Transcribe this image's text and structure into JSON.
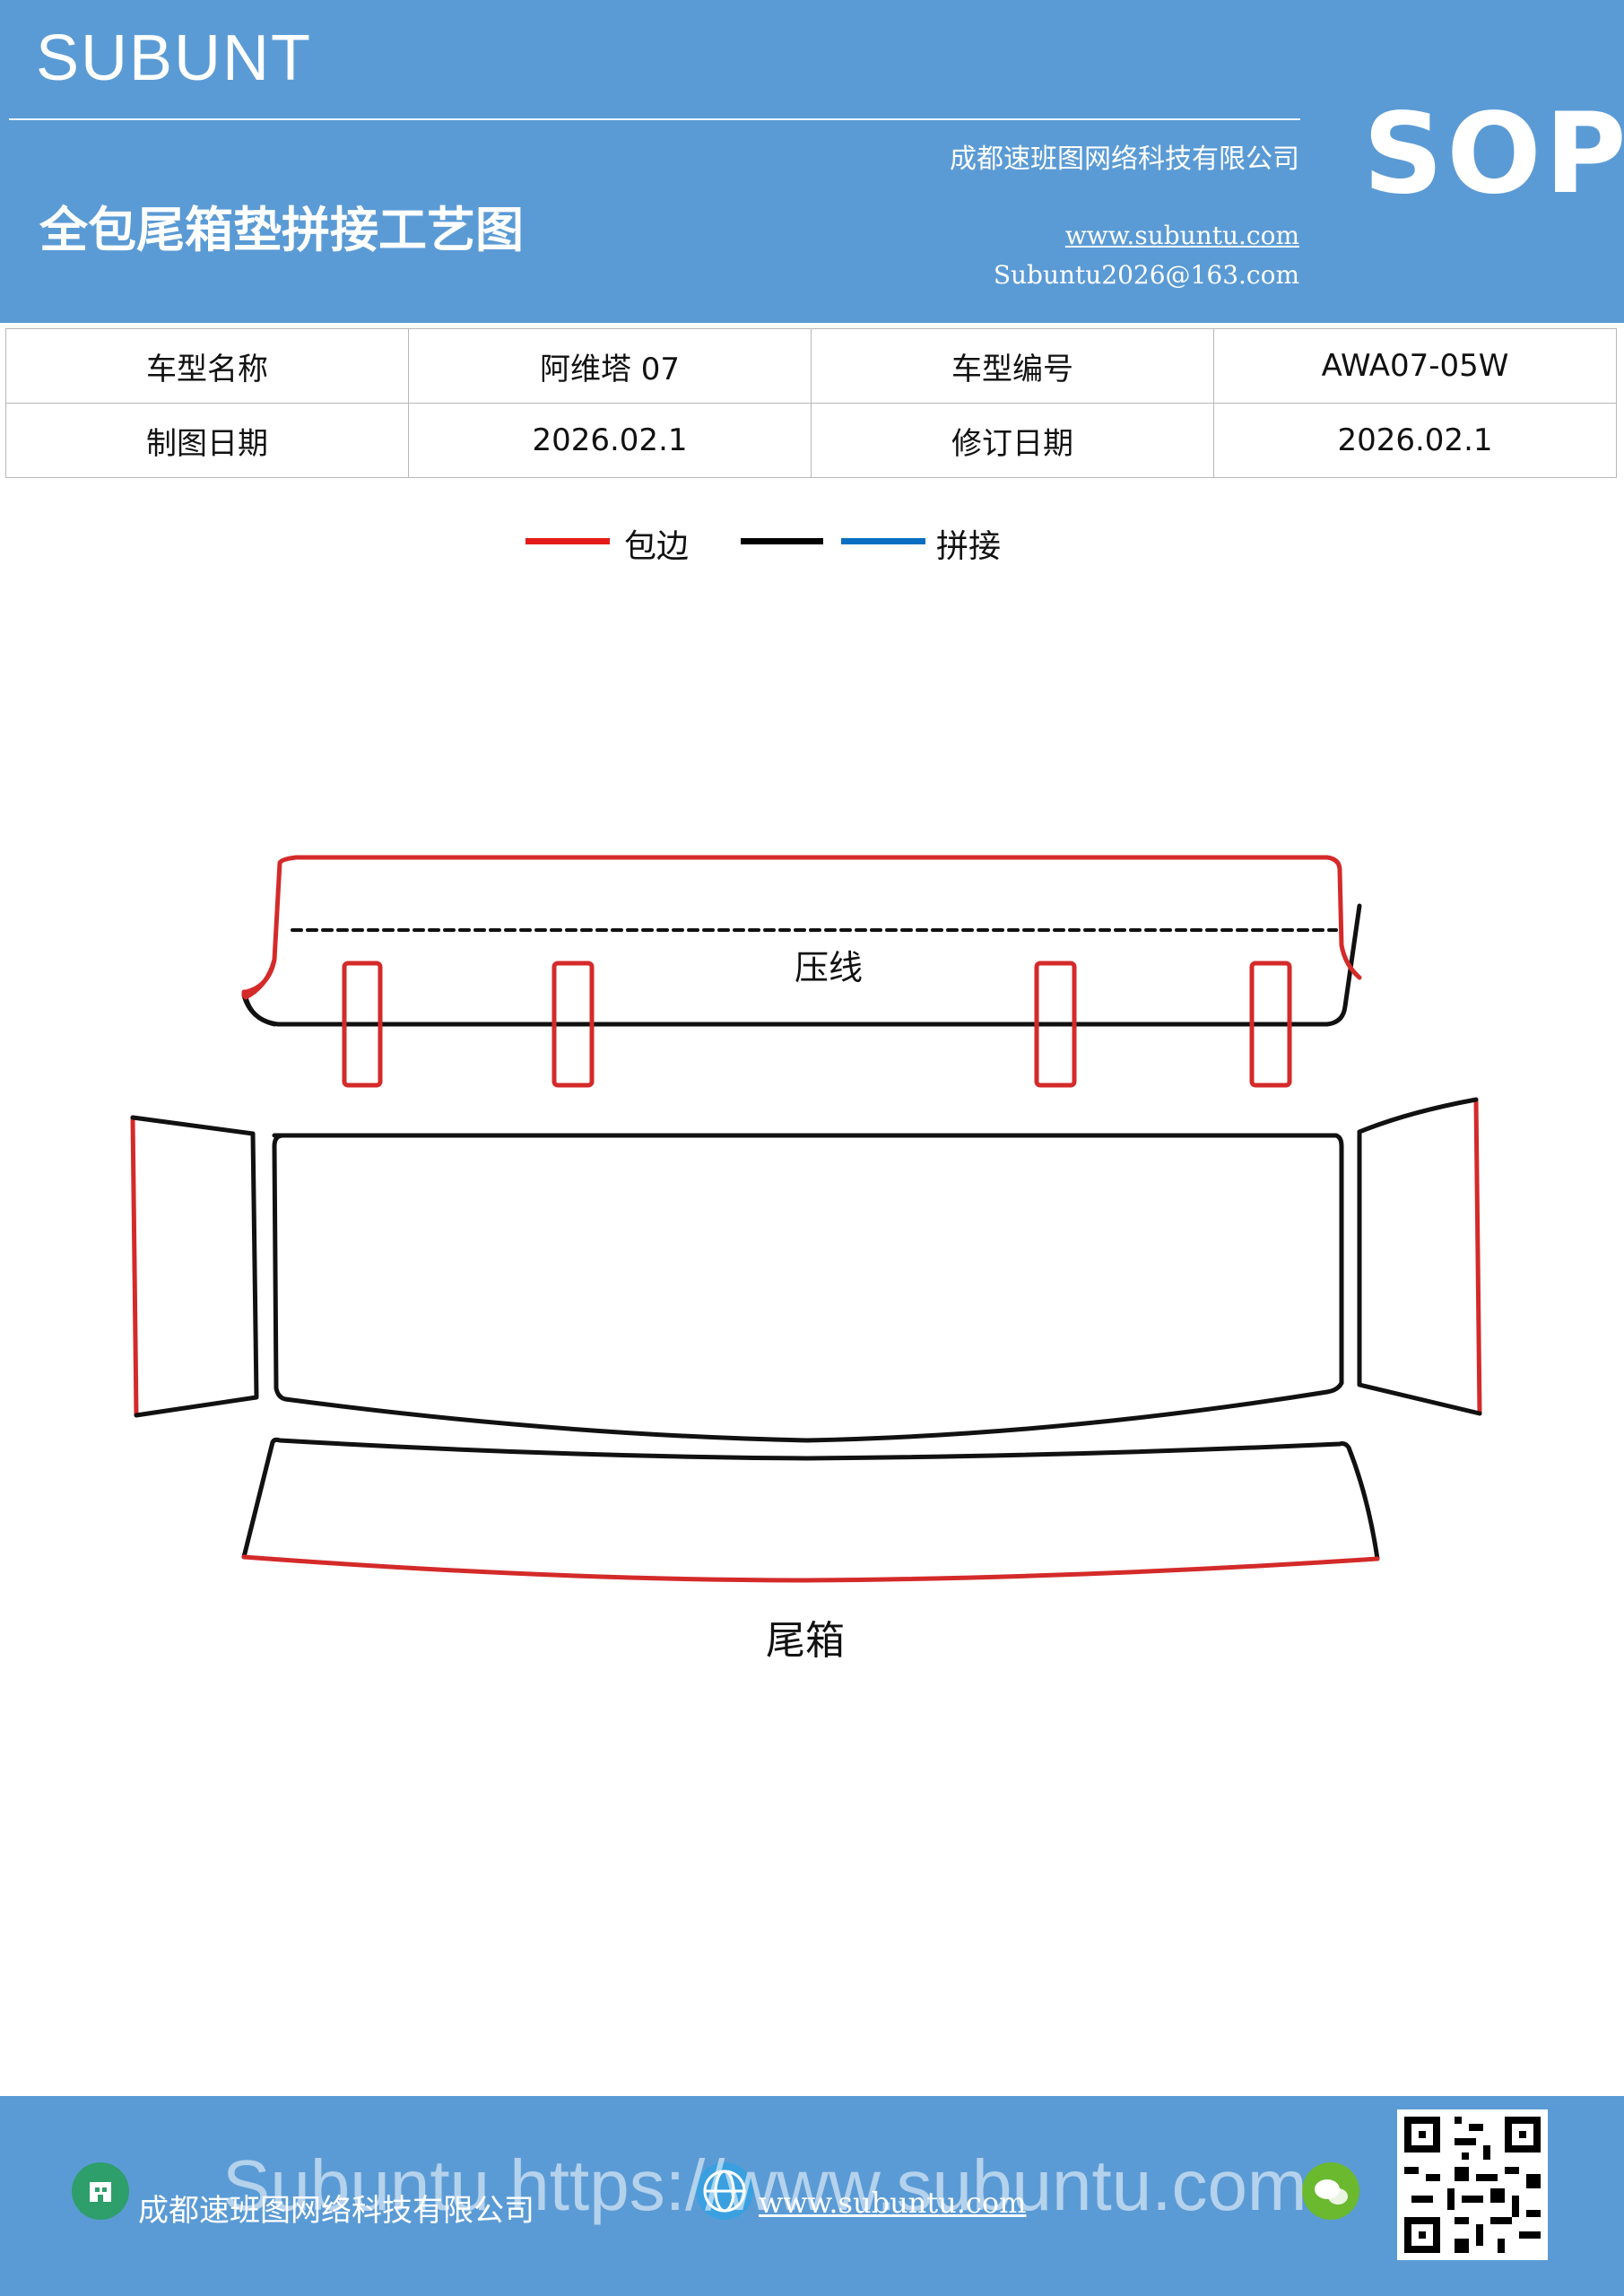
{
  "header": {
    "brand": "SUBUNT",
    "title": "全包尾箱垫拼接工艺图",
    "company": "成都速班图网络科技有限公司",
    "website": "www.subuntu.com",
    "email": "Subuntu2026@163.com",
    "badge": "SOP"
  },
  "info_table": {
    "rows": [
      [
        "车型名称",
        "阿维塔 07",
        "车型编号",
        "AWA07-05W"
      ],
      [
        "制图日期",
        "2026.02.1",
        "修订日期",
        "2026.02.1"
      ]
    ]
  },
  "legend": {
    "items": [
      {
        "label": "包边",
        "color": "#e31b1b"
      },
      {
        "label": "",
        "color": "#000000"
      },
      {
        "label": "拼接",
        "color": "#0a6fc2"
      }
    ]
  },
  "diagram": {
    "label_crease": "压线",
    "label_trunk": "尾箱",
    "colors": {
      "edge": "#d42a2a",
      "seam": "#111111"
    }
  },
  "footer": {
    "company": "成都速班图网络科技有限公司",
    "website": "www.subuntu.com",
    "watermark": "Subuntu https://www.subuntu.com"
  }
}
